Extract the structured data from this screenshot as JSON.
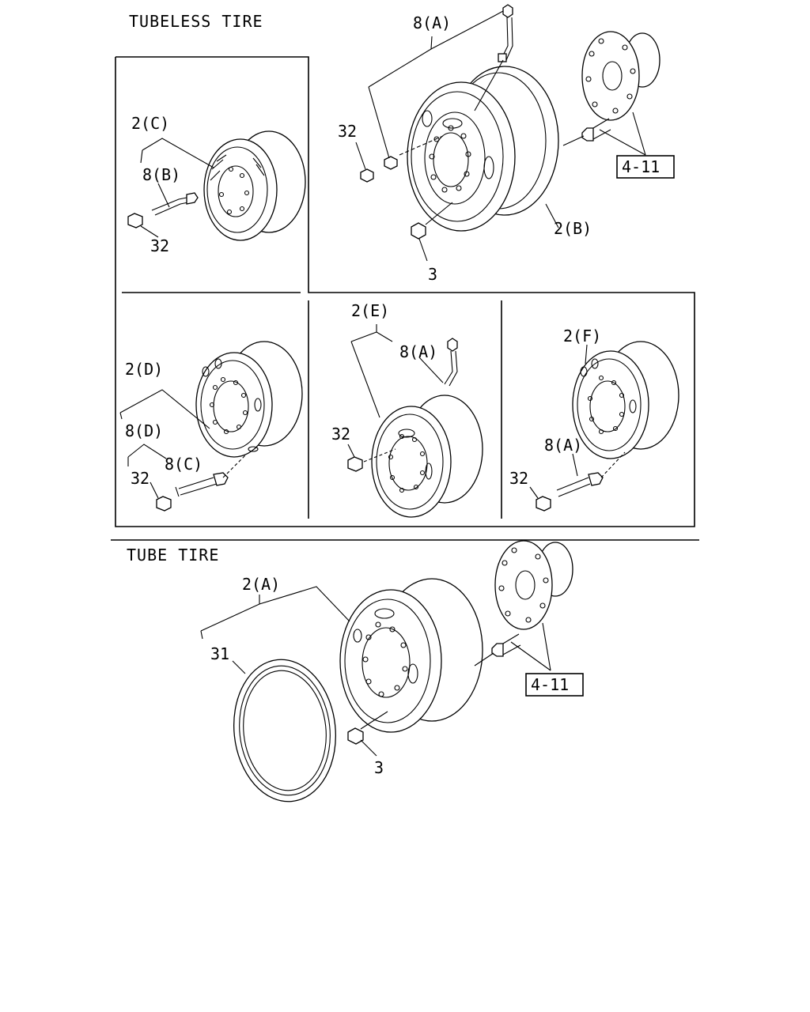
{
  "sections": {
    "tubeless": "TUBELESS TIRE",
    "tube": "TUBE TIRE"
  },
  "labels": {
    "p8A_top": "8(A)",
    "p32_top": "32",
    "p2B": "2(B)",
    "p3_top": "3",
    "ref411_top": "4-11",
    "p2C": "2(C)",
    "p8B": "8(B)",
    "p32_c": "32",
    "p2D": "2(D)",
    "p8D": "8(D)",
    "p8C": "8(C)",
    "p32_d": "32",
    "p2E": "2(E)",
    "p8A_e": "8(A)",
    "p32_e": "32",
    "p2F": "2(F)",
    "p8A_f": "8(A)",
    "p32_f": "32",
    "p2A": "2(A)",
    "p31": "31",
    "p3_bottom": "3",
    "ref411_bottom": "4-11"
  }
}
